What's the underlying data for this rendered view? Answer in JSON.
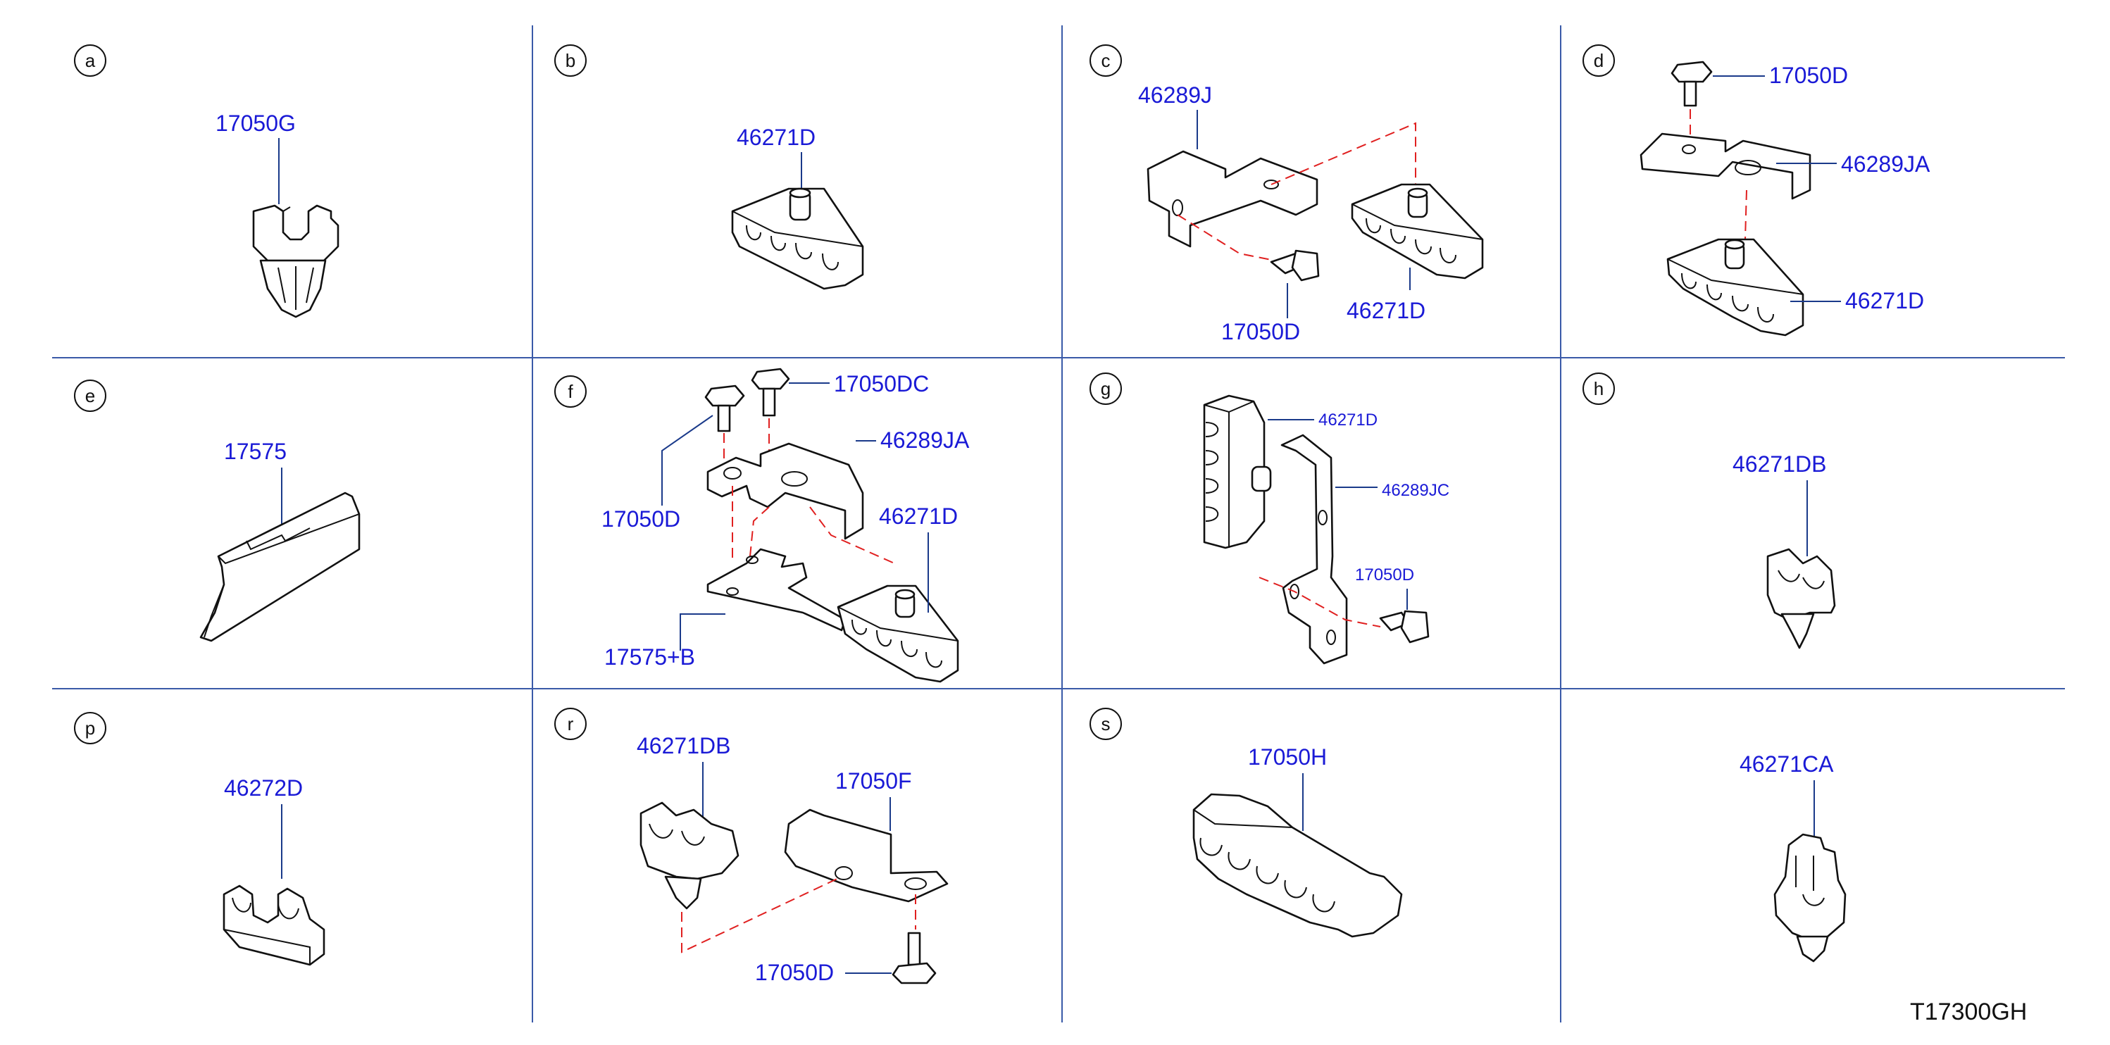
{
  "cells": [
    {
      "id": "a",
      "letter": "a",
      "labels": [
        "17050G"
      ]
    },
    {
      "id": "b",
      "letter": "b",
      "labels": [
        "46271D"
      ]
    },
    {
      "id": "c",
      "letter": "c",
      "labels": [
        "46289J",
        "17050D",
        "46271D"
      ]
    },
    {
      "id": "d",
      "letter": "d",
      "labels": [
        "17050D",
        "46289JA",
        "46271D"
      ]
    },
    {
      "id": "e",
      "letter": "e",
      "labels": [
        "17575"
      ]
    },
    {
      "id": "f",
      "letter": "f",
      "labels": [
        "17050DC",
        "46289JA",
        "17050D",
        "46271D",
        "17575+B"
      ]
    },
    {
      "id": "g",
      "letter": "g",
      "labels": [
        "46271D",
        "46289JC",
        "17050D"
      ]
    },
    {
      "id": "h",
      "letter": "h",
      "labels": [
        "46271DB"
      ]
    },
    {
      "id": "p",
      "letter": "p",
      "labels": [
        "46272D"
      ]
    },
    {
      "id": "r",
      "letter": "r",
      "labels": [
        "46271DB",
        "17050F",
        "17050D"
      ]
    },
    {
      "id": "s",
      "letter": "s",
      "labels": [
        "17050H"
      ]
    },
    {
      "id": "t",
      "letter": "",
      "labels": [
        "46271CA"
      ]
    }
  ],
  "drawing_code": "T17300GH",
  "colors": {
    "label": "#1a1ad6",
    "grid": "#3a5aa8",
    "guide": "#e02020",
    "ink": "#111111"
  }
}
